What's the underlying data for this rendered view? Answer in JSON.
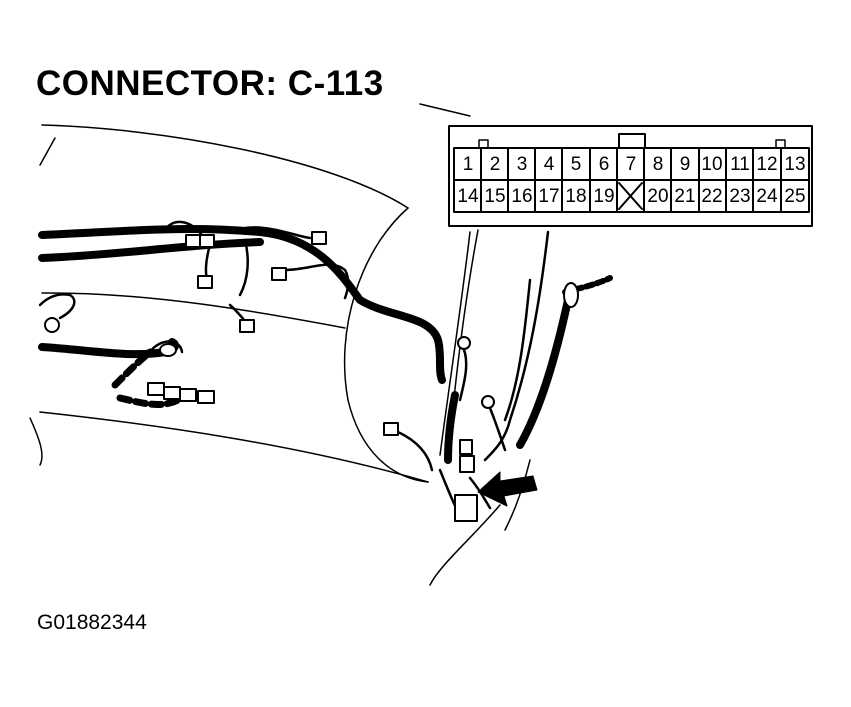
{
  "title": "CONNECTOR: C-113",
  "figure_id": "G01882344",
  "connector": {
    "row1": [
      "1",
      "2",
      "3",
      "4",
      "5",
      "6",
      "7",
      "8",
      "9",
      "10",
      "11",
      "12",
      "13"
    ],
    "row2": [
      "14",
      "15",
      "16",
      "17",
      "18",
      "19",
      "",
      "20",
      "21",
      "22",
      "23",
      "24",
      "25"
    ]
  }
}
